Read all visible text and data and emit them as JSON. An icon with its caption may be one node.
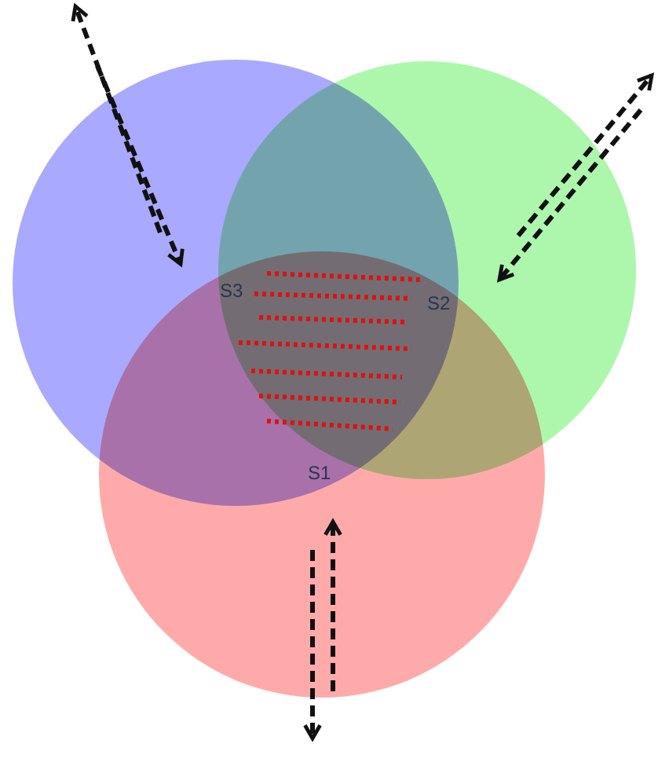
{
  "diagram": {
    "nodes": [
      {
        "text": [],
        "shape": "circle"
      },
      {
        "text": [],
        "shape": "circle"
      },
      {
        "text": [],
        "shape": "circle"
      }
    ],
    "labels": [
      "S3",
      "S2",
      "S1"
    ]
  }
}
